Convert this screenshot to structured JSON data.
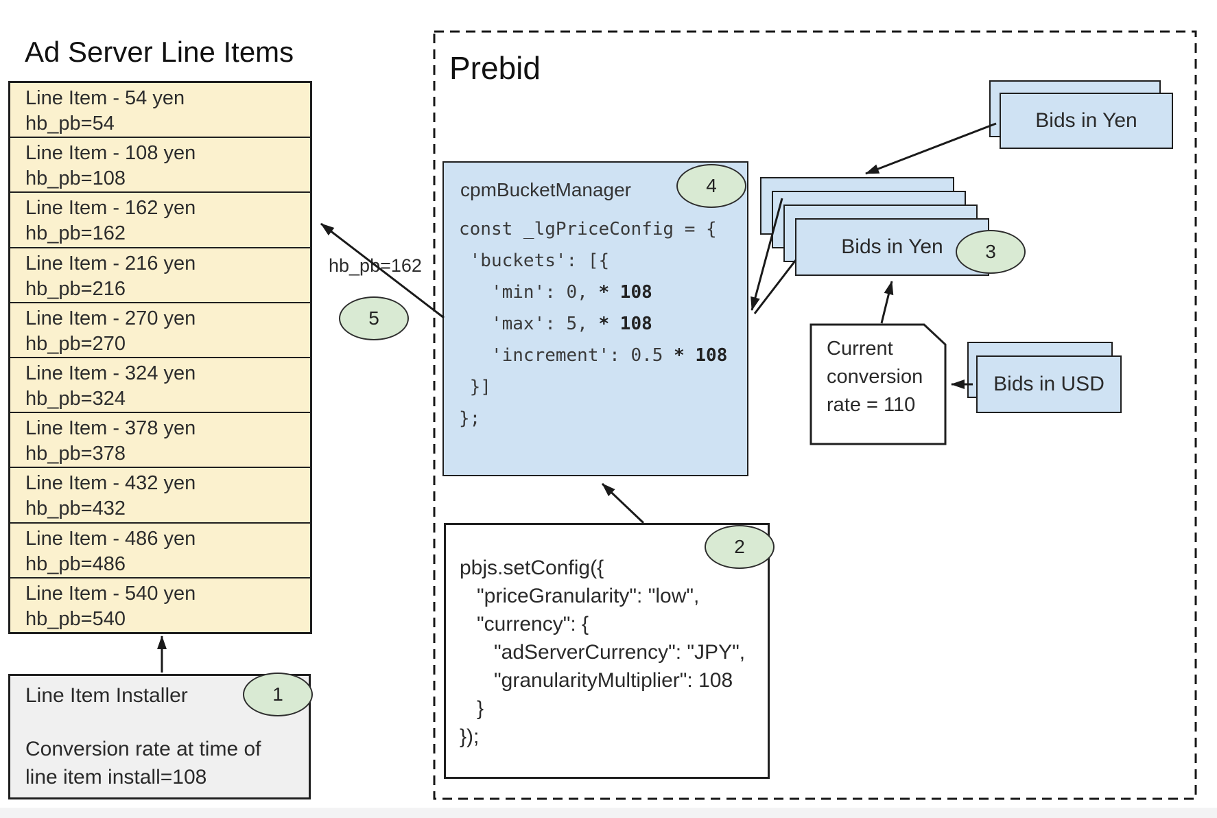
{
  "ad_server": {
    "title": "Ad Server Line Items",
    "line_items": [
      {
        "line1": "Line Item - 54 yen",
        "line2": "hb_pb=54"
      },
      {
        "line1": "Line Item - 108 yen",
        "line2": "hb_pb=108"
      },
      {
        "line1": "Line Item - 162 yen",
        "line2": "hb_pb=162"
      },
      {
        "line1": "Line Item - 216 yen",
        "line2": "hb_pb=216"
      },
      {
        "line1": "Line Item - 270 yen",
        "line2": "hb_pb=270"
      },
      {
        "line1": "Line Item - 324 yen",
        "line2": "hb_pb=324"
      },
      {
        "line1": "Line Item - 378 yen",
        "line2": "hb_pb=378"
      },
      {
        "line1": "Line Item - 432 yen",
        "line2": "hb_pb=432"
      },
      {
        "line1": "Line Item - 486 yen",
        "line2": "hb_pb=486"
      },
      {
        "line1": "Line Item - 540 yen",
        "line2": "hb_pb=540"
      }
    ],
    "installer": {
      "title": "Line Item Installer",
      "badge": "1",
      "note": "Conversion rate at time of\nline item install=108"
    }
  },
  "prebid": {
    "title": "Prebid",
    "bucket_manager": {
      "label": "cpmBucketManager",
      "badge": "4",
      "code_lines": [
        {
          "text": "const _lgPriceConfig = {"
        },
        {
          "text": " 'buckets': [{"
        },
        {
          "text": "   'min': 0, ",
          "bold": "* 108"
        },
        {
          "text": "   'max': 5, ",
          "bold": "* 108"
        },
        {
          "text": "   'increment': 0.5 ",
          "bold": "* 108"
        },
        {
          "text": " }]"
        },
        {
          "text": "};"
        }
      ]
    },
    "set_config": {
      "badge": "2",
      "code": "pbjs.setConfig({\n   \"priceGranularity\": \"low\",\n   \"currency\": {\n      \"adServerCurrency\": \"JPY\",\n      \"granularityMultiplier\": 108\n   }\n});"
    },
    "arrow_label": "hb_pb=162",
    "arrow_badge": "5",
    "bids_in_yen_top": "Bids in Yen",
    "bids_in_yen_stack": "Bids in Yen",
    "stack_badge": "3",
    "conversion_note": "Current\nconversion\nrate = 110",
    "bids_in_usd": "Bids in USD"
  },
  "colors": {
    "line_item_fill": "#FBF1CE",
    "card_fill": "#CFE2F3",
    "badge_fill": "#D9EAD3",
    "installer_fill": "#F0F0F0",
    "stroke": "#1f1f1f"
  }
}
